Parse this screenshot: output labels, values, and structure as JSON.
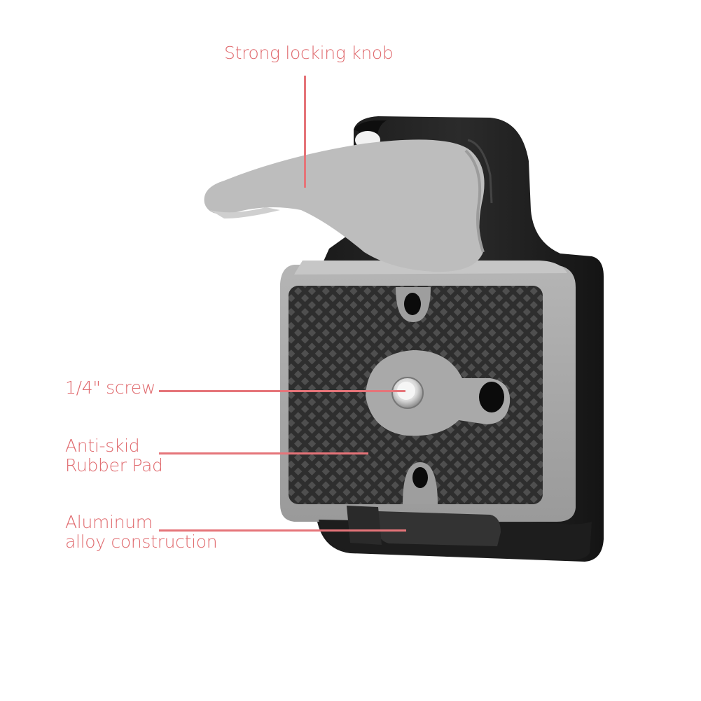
{
  "image": {
    "subject": "camera quick release plate clamp",
    "background": "#ffffff",
    "accent_color": "#e06a6e"
  },
  "callouts": [
    {
      "id": "knob",
      "lines": [
        "Strong locking knob"
      ]
    },
    {
      "id": "screw",
      "lines": [
        "1/4\" screw"
      ]
    },
    {
      "id": "pad",
      "lines": [
        "Anti-skid",
        "Rubber Pad"
      ]
    },
    {
      "id": "alloy",
      "lines": [
        "Aluminum",
        "alloy construction"
      ]
    }
  ]
}
